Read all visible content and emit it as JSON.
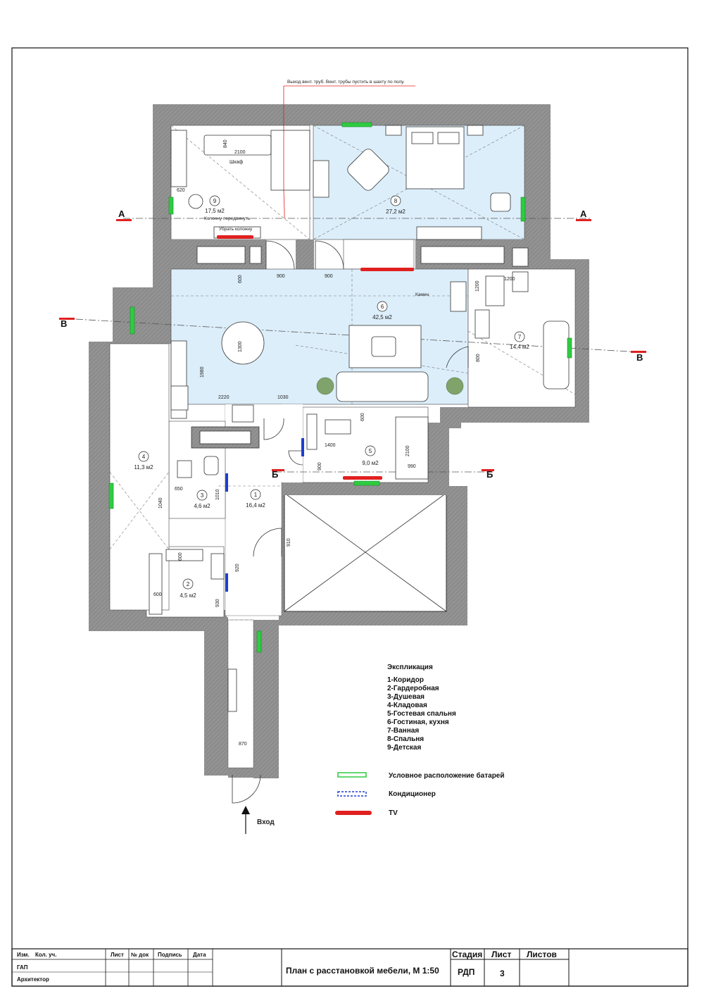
{
  "note_top": "Выход вент. труб. Вент. трубы пустить в шахту по полу.",
  "annotations": {
    "wardrobe": "Шкаф",
    "move_column": "Колонну передвинуть",
    "remove_column": "Убрать колонну",
    "fireplace": "Камин",
    "entrance": "Вход"
  },
  "sections": {
    "a_left": "А",
    "a_right": "А",
    "b_left": "Б",
    "b_right": "Б",
    "v_left": "В",
    "v_right": "В"
  },
  "rooms": [
    {
      "num": "1",
      "area": "16,4 м2"
    },
    {
      "num": "2",
      "area": "4,5 м2"
    },
    {
      "num": "3",
      "area": "4,6 м2"
    },
    {
      "num": "4",
      "area": "11,3 м2"
    },
    {
      "num": "5",
      "area": "9,0 м2"
    },
    {
      "num": "6",
      "area": "42,5 м2"
    },
    {
      "num": "7",
      "area": "14,4 м2"
    },
    {
      "num": "8",
      "area": "27,2 м2"
    },
    {
      "num": "9",
      "area": "17,5 м2"
    }
  ],
  "dims": {
    "d840": "840",
    "d2100a": "2100",
    "d620": "620",
    "d900a": "900",
    "d900b": "900",
    "d600a": "600",
    "d1200a": "1200",
    "d1200b": "1200",
    "d1300": "1300",
    "d1980": "1980",
    "d2220": "2220",
    "d1030": "1030",
    "d800": "800",
    "d600b": "600",
    "d1400": "1400",
    "d2100b": "2100",
    "d990": "990",
    "d900c": "900",
    "d650": "650",
    "d1040": "1040",
    "d1010": "1010",
    "d910": "910",
    "d600c": "600",
    "d920": "920",
    "d600d": "600",
    "d930": "930",
    "d870": "870"
  },
  "explication": {
    "title": "Экспликация",
    "items": [
      "1-Коридор",
      "2-Гардеробная",
      "3-Душевая",
      "4-Кладовая",
      "5-Гостевая спальня",
      "6-Гостиная, кухня",
      "7-Ванная",
      "8-Спальня",
      "9-Детская"
    ]
  },
  "legend": [
    {
      "label": "Условное расположение батарей",
      "color": "#2ecc40"
    },
    {
      "label": "Кондиционер",
      "color": "#1f3fd0"
    },
    {
      "label": "TV",
      "color": "#e02020"
    }
  ],
  "stamp": {
    "izm": "Изм.",
    "kol_uch": "Кол. уч.",
    "list": "Лист",
    "n_dok": "№ док",
    "podpis": "Подпись",
    "data": "Дата",
    "gap": "ГАП",
    "architect": "Архитектор",
    "title": "План с расстановкой мебели, М 1:50",
    "stage_h": "Стадия",
    "sheet_h": "Лист",
    "sheets_h": "Листов",
    "stage": "РДП",
    "sheet": "3",
    "sheets": ""
  }
}
